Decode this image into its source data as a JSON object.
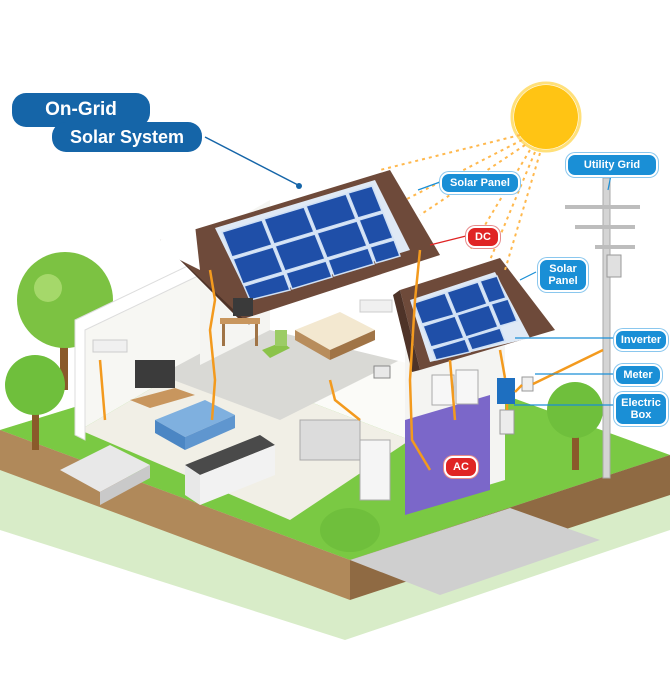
{
  "title": {
    "line1": "On-Grid",
    "line2": "Solar System"
  },
  "labels": {
    "utility_grid": "Utility Grid",
    "solar_panel_main": "Solar Panel",
    "solar_panel_small_line1": "Solar",
    "solar_panel_small_line2": "Panel",
    "inverter": "Inverter",
    "meter": "Meter",
    "electric_box_line1": "Electric",
    "electric_box_line2": "Box"
  },
  "tags": {
    "dc": "DC",
    "ac": "AC"
  },
  "colors": {
    "title_pill": "#1565a8",
    "label_pill": "#1a8fd6",
    "tag_red": "#e02424",
    "wire": "#f39a1e",
    "sun": "#ffc414",
    "roof": "#6e4a3a",
    "panel": "#1f4fa8",
    "grass": "#6fbf3c"
  }
}
